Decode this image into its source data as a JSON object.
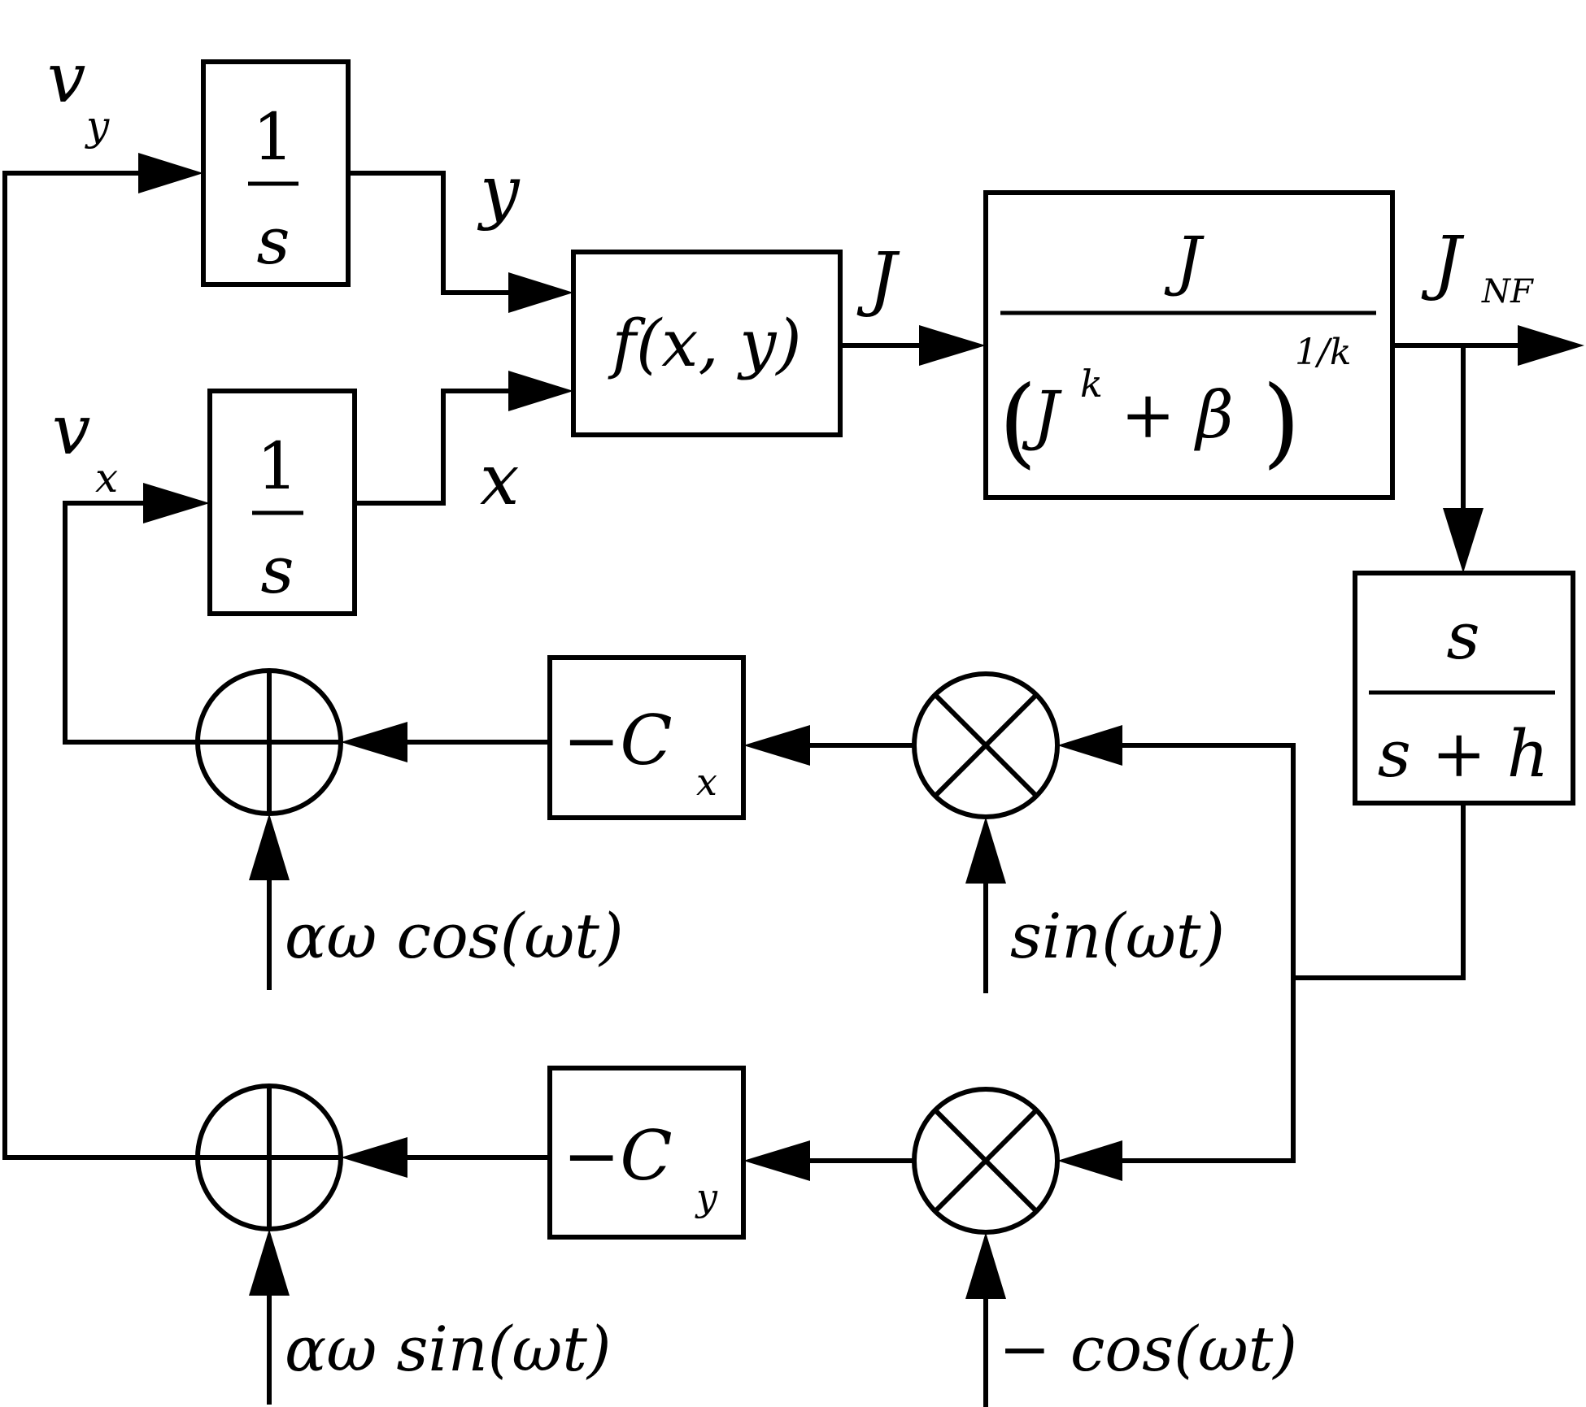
{
  "signals": {
    "vy_base": "v",
    "vy_sub": "y",
    "vx_base": "v",
    "vx_sub": "x",
    "y": "y",
    "x": "x",
    "J": "J",
    "JNF_base": "J",
    "JNF_sub": "NF"
  },
  "blocks": {
    "integrator_y": {
      "num": "1",
      "den": "s"
    },
    "integrator_x": {
      "num": "1",
      "den": "s"
    },
    "cost_function": {
      "text": "f(x, y)"
    },
    "normalization": {
      "num": "J",
      "den_open": "(",
      "den_base": "J",
      "den_exp": "k",
      "den_rest": " + β",
      "den_close": ")",
      "outer_exp": "1/k"
    },
    "highpass": {
      "num": "s",
      "den": "s + h"
    },
    "gain_x": {
      "base": "−C",
      "sub": "x"
    },
    "gain_y": {
      "base": "−C",
      "sub": "y"
    }
  },
  "inputs": {
    "dither_cos": "αω cos(ωt)",
    "demod_sin": "sin(ωt)",
    "dither_sin": "αω sin(ωt)",
    "demod_cos": "− cos(ωt)"
  },
  "colors": {
    "stroke": "#000000",
    "background": "#ffffff"
  }
}
